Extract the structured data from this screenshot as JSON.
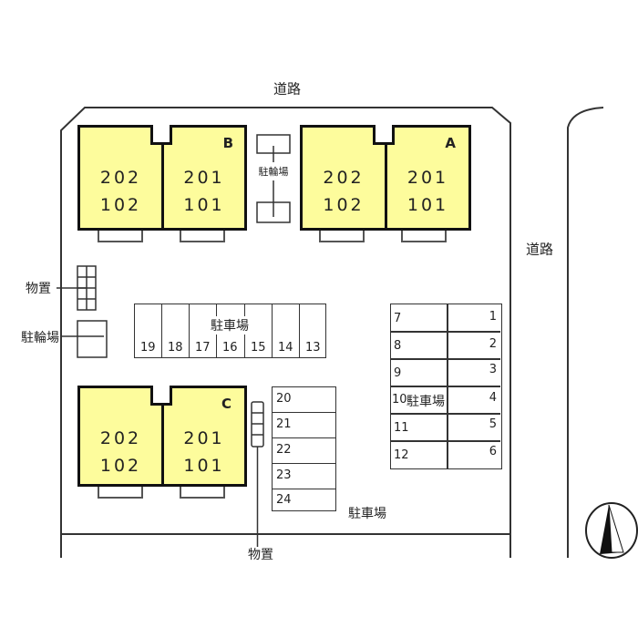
{
  "roads": {
    "top": "道路",
    "right": "道路"
  },
  "buildings": [
    {
      "name": "B",
      "units": [
        {
          "upper": "202",
          "lower": "102"
        },
        {
          "upper": "201",
          "lower": "101"
        }
      ]
    },
    {
      "name": "A",
      "units": [
        {
          "upper": "202",
          "lower": "102"
        },
        {
          "upper": "201",
          "lower": "101"
        }
      ]
    },
    {
      "name": "C",
      "units": [
        {
          "upper": "202",
          "lower": "102"
        },
        {
          "upper": "201",
          "lower": "101"
        }
      ]
    }
  ],
  "labels": {
    "bike_parking_center": "駐輪場",
    "bike_parking_left": "駐輪場",
    "storage_left": "物置",
    "storage_bottom": "物置",
    "parking_row": "駐車場",
    "parking_right": "駐車場",
    "parking_bottom": "駐車場"
  },
  "parking_row_numbers": [
    "19",
    "18",
    "17",
    "16",
    "15",
    "14",
    "13"
  ],
  "parking_right_left_col": [
    "7",
    "8",
    "9",
    "10",
    "11",
    "12"
  ],
  "parking_right_right_col": [
    "1",
    "2",
    "3",
    "4",
    "5",
    "6"
  ],
  "parking_bottom_numbers": [
    "20",
    "21",
    "22",
    "23",
    "24"
  ],
  "colors": {
    "building_fill": "#fdfc9c",
    "line": "#111111"
  }
}
